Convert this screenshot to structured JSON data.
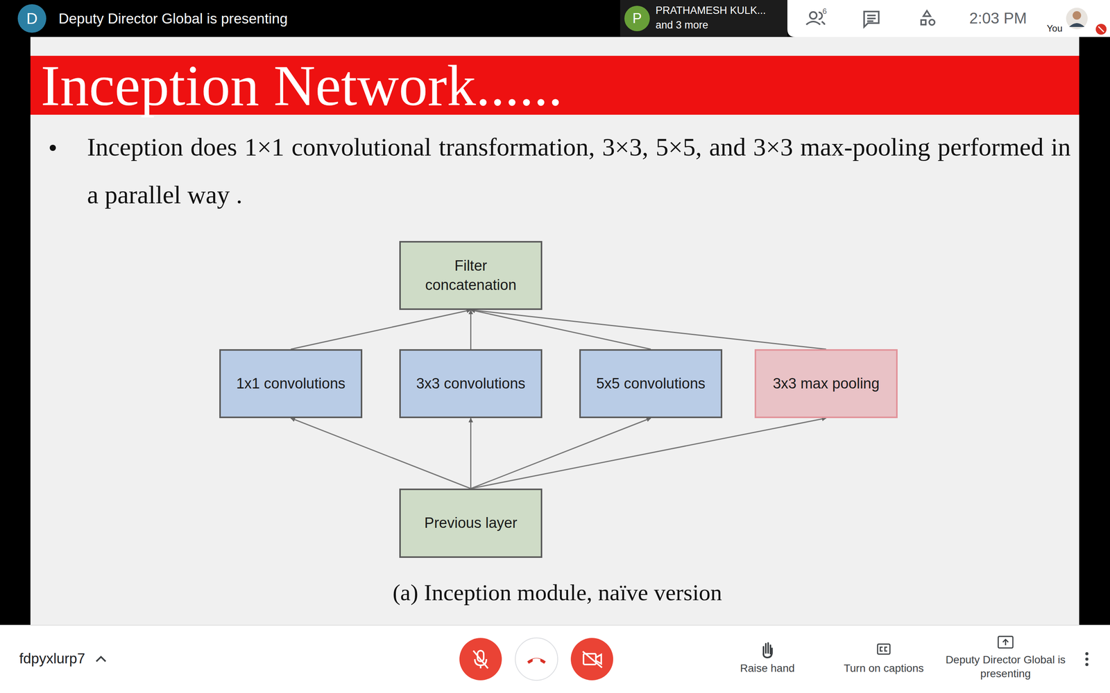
{
  "diagram": {
    "title": "Inception Network......",
    "caption": "(a) Inception module, naïve version",
    "nodes": [
      {
        "text": [
          "Filter concatenation"
        ]
      },
      {
        "text": [
          "1x1 convolutions"
        ]
      },
      {
        "text": [
          "3x3 convolutions"
        ]
      },
      {
        "text": [
          "5x5 convolutions"
        ]
      },
      {
        "text": [
          "3x3 max pooling"
        ]
      },
      {
        "text": [
          "Previous layer"
        ]
      }
    ],
    "edges": [
      {
        "from": 5,
        "to": 1,
        "arrow": "to"
      },
      {
        "from": 5,
        "to": 2,
        "arrow": "to"
      },
      {
        "from": 5,
        "to": 3,
        "arrow": "to"
      },
      {
        "from": 5,
        "to": 4,
        "arrow": "to"
      },
      {
        "from": 1,
        "to": 0,
        "arrow": "to"
      },
      {
        "from": 2,
        "to": 0,
        "arrow": "to"
      },
      {
        "from": 3,
        "to": 0,
        "arrow": "to"
      },
      {
        "from": 4,
        "to": 0,
        "arrow": "to"
      }
    ],
    "labels": [
      "D",
      "Deputy Director Global is presenting",
      "P",
      "PRATHAMESH KULK...",
      "and 3 more",
      "6",
      "2:03 PM",
      "You",
      "Inception does 1×1 convolutional transformation, 3×3, 5×5, and 3×3 max-pooling performed in a parallel way .",
      "fdpyxlurp7",
      "Raise hand",
      "Turn on captions",
      "Deputy Director Global is presenting"
    ]
  }
}
